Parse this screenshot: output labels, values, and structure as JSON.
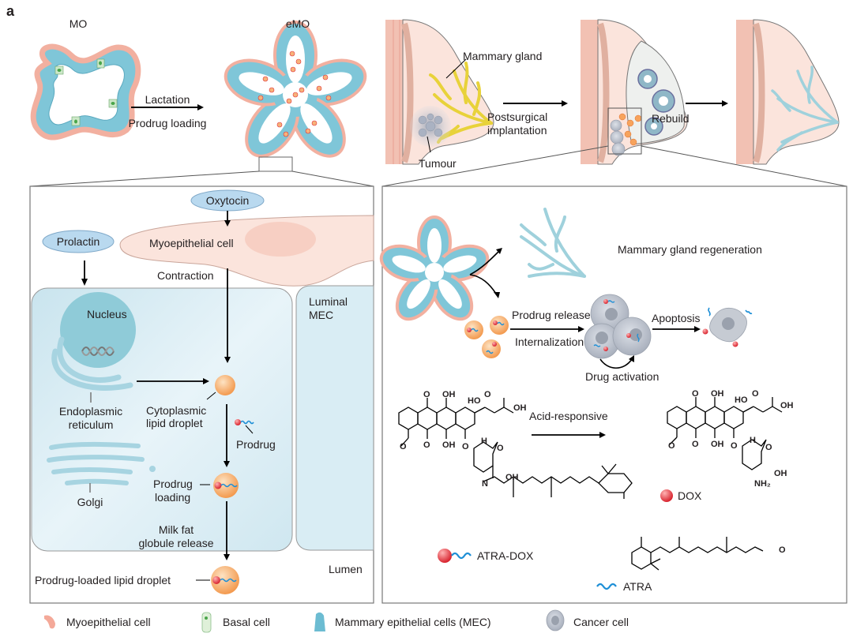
{
  "panel_label": "a",
  "top": {
    "mo_label": "MO",
    "emo_label": "eMO",
    "arrow1_top": "Lactation",
    "arrow1_bottom": "Prodrug loading",
    "mammary_gland_label": "Mammary gland",
    "tumour_label": "Tumour",
    "arrow2_top": "Postsurgical",
    "arrow2_bottom": "implantation",
    "arrow3_label": "Rebuild"
  },
  "left_panel": {
    "oxytocin": "Oxytocin",
    "prolactin": "Prolactin",
    "myoepithelial_cell": "Myoepithelial cell",
    "contraction": "Contraction",
    "nucleus": "Nucleus",
    "luminal_mec_1": "Luminal",
    "luminal_mec_2": "MEC",
    "er_1": "Endoplasmic",
    "er_2": "reticulum",
    "cld_1": "Cytoplasmic",
    "cld_2": "lipid droplet",
    "prodrug": "Prodrug",
    "golgi": "Golgi",
    "loading_1": "Prodrug",
    "loading_2": "loading",
    "milk_1": "Milk fat",
    "milk_2": "globule release",
    "lumen": "Lumen",
    "loaded_droplet": "Prodrug-loaded lipid droplet"
  },
  "right_panel": {
    "regeneration": "Mammary gland regeneration",
    "prodrug_release": "Prodrug release",
    "internalization": "Internalization",
    "apoptosis": "Apoptosis",
    "drug_activation": "Drug activation",
    "acid_responsive": "Acid-responsive",
    "dox_label": "DOX",
    "atra_dox_label": "ATRA-DOX",
    "atra_label": "ATRA",
    "chem": {
      "O": "O",
      "OH": "OH",
      "HO": "HO",
      "H": "H",
      "N": "N",
      "NH2": "NH₂"
    }
  },
  "legend": [
    {
      "icon": "myoepithelial-cell-icon",
      "label": "Myoepithelial cell"
    },
    {
      "icon": "basal-cell-icon",
      "label": "Basal cell"
    },
    {
      "icon": "mec-icon",
      "label": "Mammary epithelial cells (MEC)"
    },
    {
      "icon": "cancer-cell-icon",
      "label": "Cancer cell"
    }
  ],
  "colors": {
    "mec_blue": "#7cc3d6",
    "myo_pink": "#f6c9bd",
    "lipid_orange": "#f7a35c",
    "dox_red": "#e0313a",
    "atra_blue": "#1e8fd6",
    "cell_bg": "#d7ecf3",
    "cancer_grey": "#b9bfca",
    "gland_yellow": "#e8d23a"
  }
}
